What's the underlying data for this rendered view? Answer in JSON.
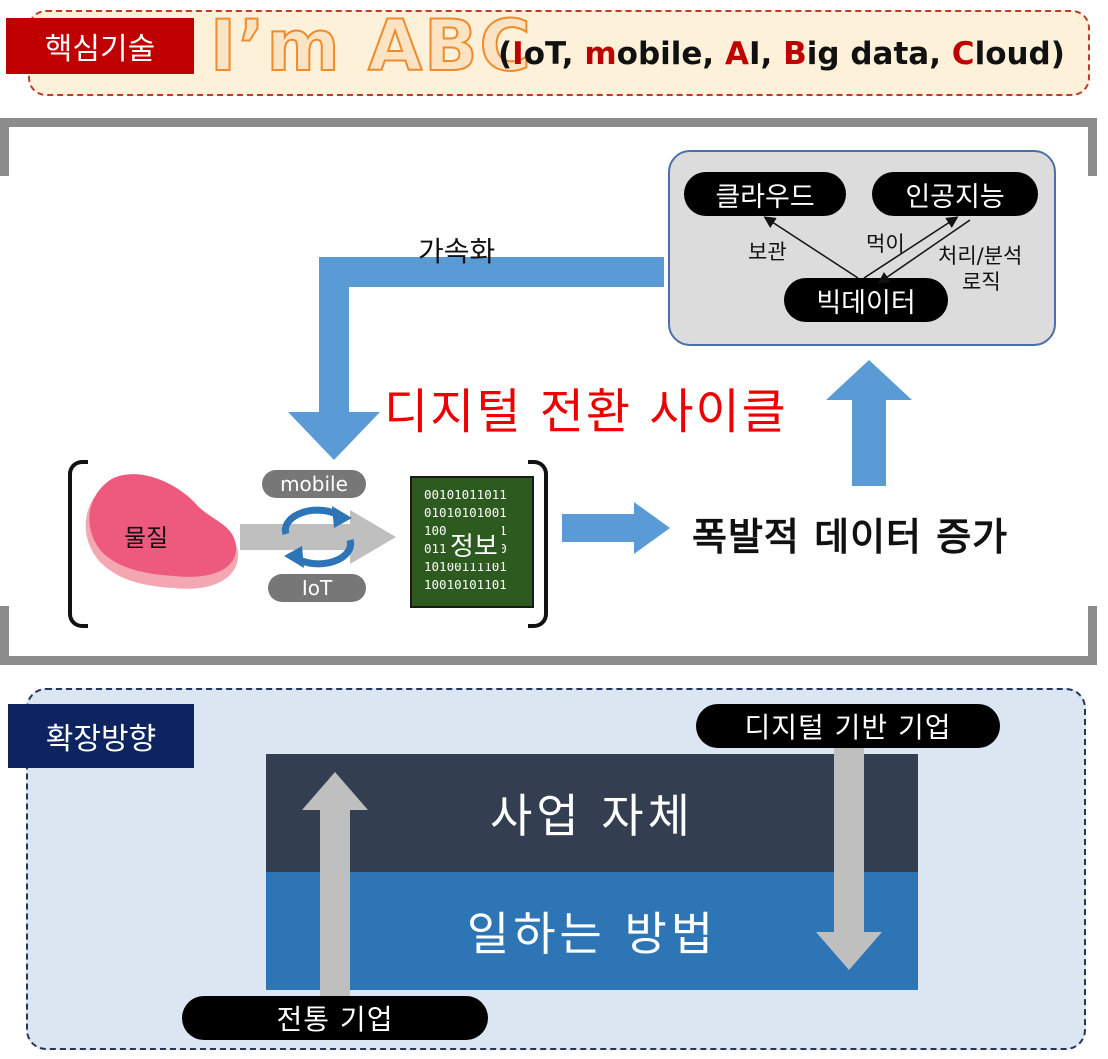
{
  "banner": {
    "core_label": "핵심기술",
    "abc_title": "I’m ABC",
    "abc_detail": {
      "open": "(",
      "items": [
        {
          "lead": "I",
          "rest": "oT"
        },
        {
          "lead": "m",
          "rest": "obile"
        },
        {
          "lead": "A",
          "rest": "I"
        },
        {
          "lead": "B",
          "rest": "ig data"
        },
        {
          "lead": "C",
          "rest": "loud"
        }
      ],
      "sep": ", ",
      "close": ")"
    }
  },
  "cycle": {
    "title": "디지털 전환 사이클",
    "accelerate_label": "가속화",
    "explosive_growth": "폭발적 데이터 증가",
    "cloud_group": {
      "cloud": "클라우드",
      "ai": "인공지능",
      "bigdata": "빅데이터",
      "storage_label": "보관",
      "feed_label": "먹이",
      "process_label_line1": "처리/분석",
      "process_label_line2": "로직"
    },
    "conversion": {
      "matter": "물질",
      "mobile": "mobile",
      "iot": "IoT",
      "info": "정보",
      "binary_rows": [
        "00101011011",
        "01010101001",
        "10011001101",
        "01110010110",
        "10100111101",
        "10010101101"
      ]
    }
  },
  "expansion": {
    "label": "확장방향",
    "digital_company": "디지털 기반 기업",
    "traditional_company": "전통 기업",
    "business_itself": "사업 자체",
    "way_of_working": "일하는 방법"
  },
  "colors": {
    "accent_red": "#c00000",
    "cycle_title_red": "#ee0000",
    "arrow_blue": "#5b9bd5",
    "navy": "#0d2460",
    "dark_band": "#333f50",
    "blue_band": "#2e75b6"
  }
}
